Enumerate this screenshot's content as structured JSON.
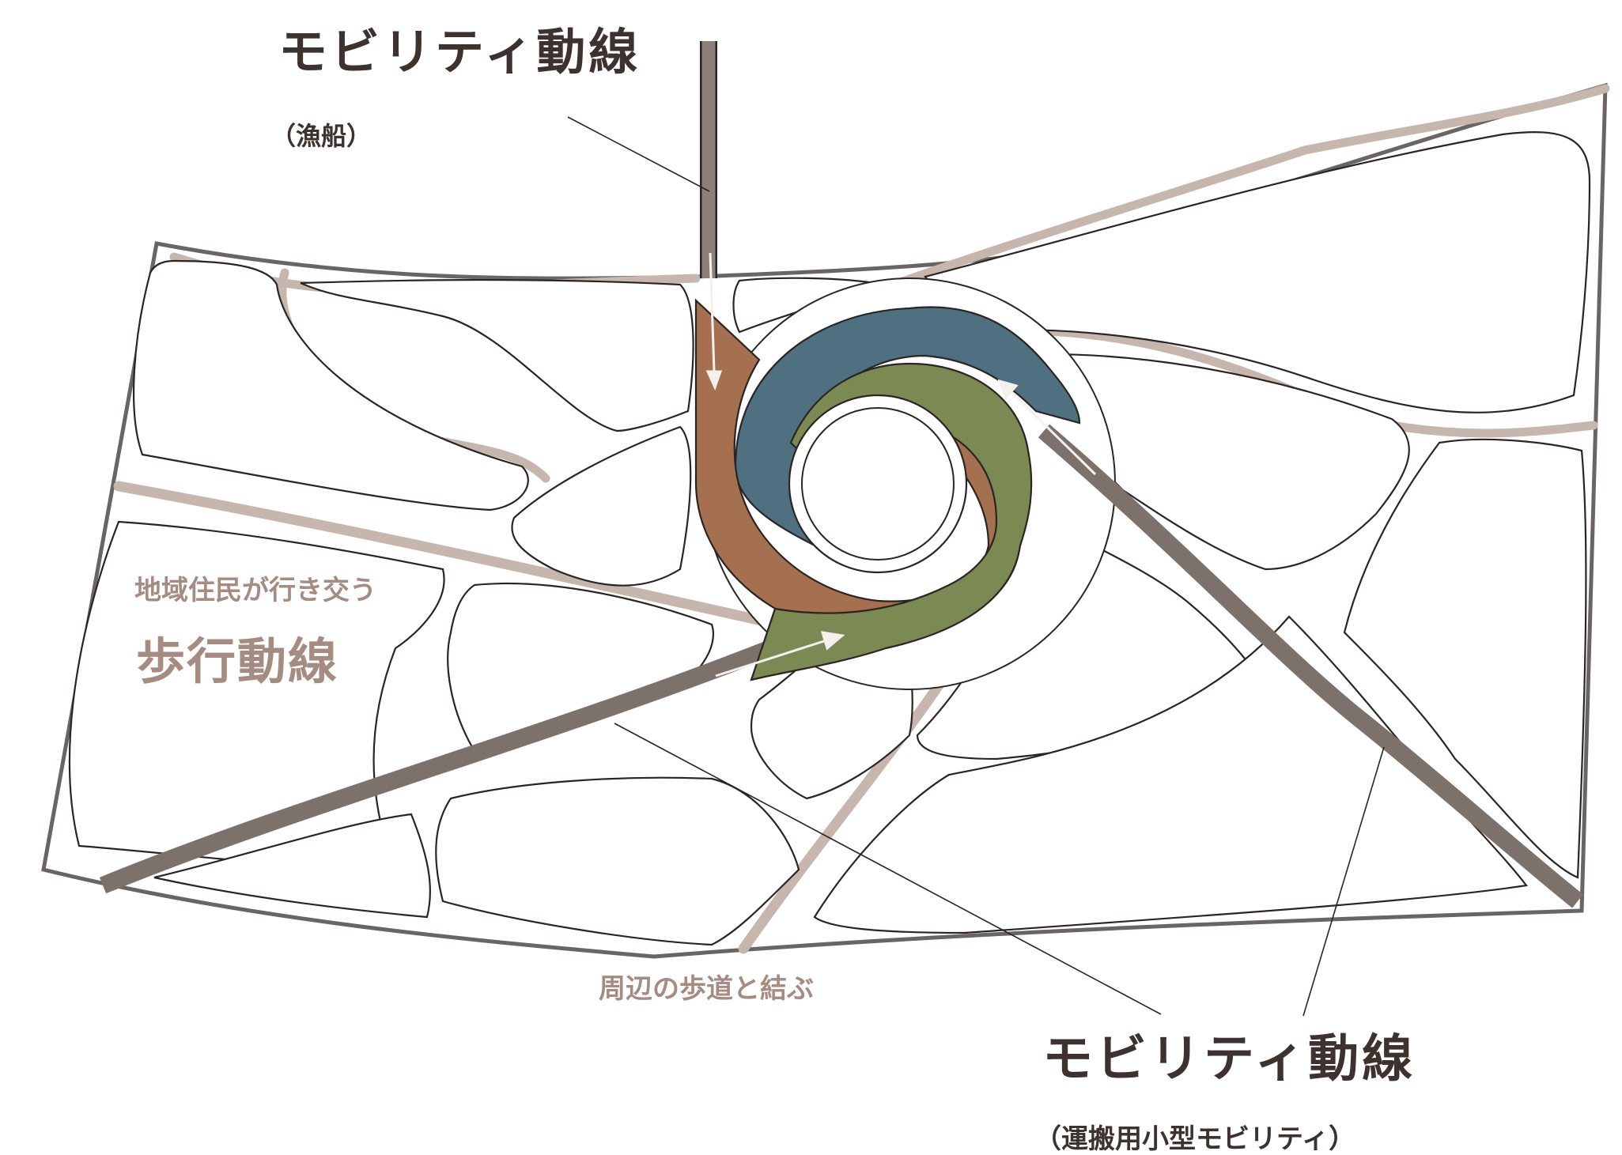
{
  "labels": {
    "fishing_title": "モビリティ動線",
    "fishing_sub": "（漁船）",
    "walk_sub": "地域住民が行き交う",
    "walk_title": "歩行動線",
    "connect_note": "周辺の歩道と結ぶ",
    "transport_title": "モビリティ動線",
    "transport_sub": "（運搬用小型モビリティ）"
  },
  "colors": {
    "mobility_route": "#7d716c",
    "walk_route": "#c6b6ae",
    "spiral_brown": "#a5704f",
    "spiral_blue": "#4e7081",
    "spiral_green": "#7a8a52",
    "outline": "#2a2422",
    "title_text": "#3d322d",
    "walk_text": "#a58b80"
  }
}
